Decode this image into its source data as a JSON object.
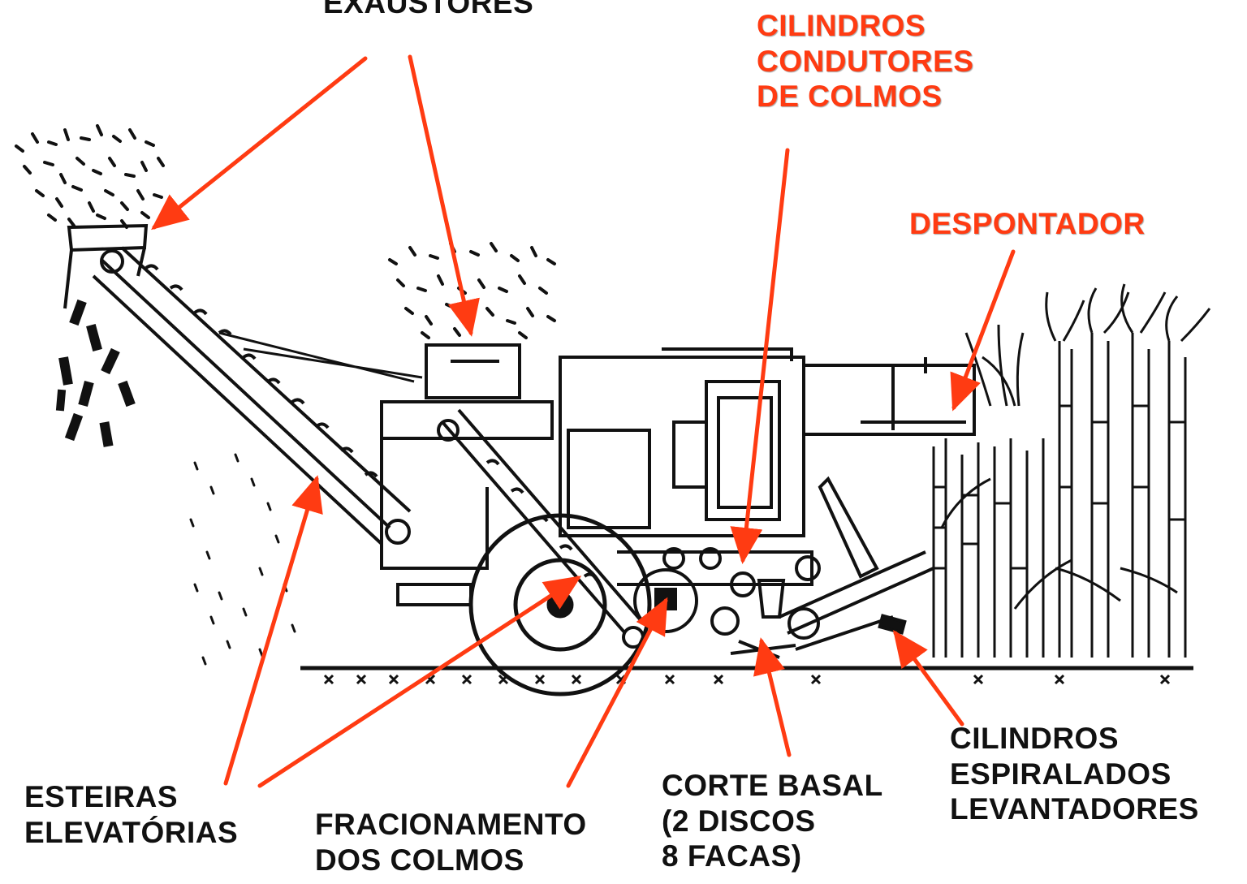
{
  "colors": {
    "arrow": "#ff3b12",
    "callout_red": "#ff3b12",
    "callout_black": "#111111",
    "drawing": "#111111"
  },
  "labels": {
    "exaustores": [
      "EXAUSTORES"
    ],
    "cilindros_condutores": [
      "CILINDROS",
      "CONDUTORES",
      "DE COLMOS"
    ],
    "despontador": [
      "DESPONTADOR"
    ],
    "esteiras": [
      "ESTEIRAS",
      "ELEVATÓRIAS"
    ],
    "fracionamento": [
      "FRACIONAMENTO",
      "DOS COLMOS"
    ],
    "corte_basal": [
      "CORTE BASAL",
      "(2 DISCOS",
      "8 FACAS)"
    ],
    "cilindros_espiralados": [
      "CILINDROS",
      "ESPIRALADOS",
      "LEVANTADORES"
    ]
  }
}
